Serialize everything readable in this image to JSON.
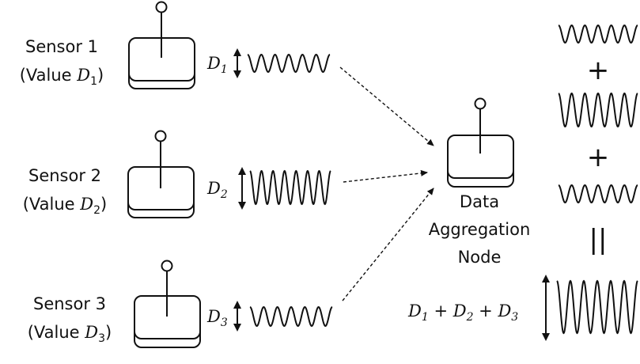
{
  "sensors": [
    {
      "title": "Sensor 1",
      "value_prefix": "(Value ",
      "value_var": "D",
      "value_sub": "1",
      "value_suffix": ")",
      "signal_var": "D",
      "signal_sub": "1",
      "amplitude": 1
    },
    {
      "title": "Sensor 2",
      "value_prefix": "(Value ",
      "value_var": "D",
      "value_sub": "2",
      "value_suffix": ")",
      "signal_var": "D",
      "signal_sub": "2",
      "amplitude": 2
    },
    {
      "title": "Sensor 3",
      "value_prefix": "(Value ",
      "value_var": "D",
      "value_sub": "3",
      "value_suffix": ")",
      "signal_var": "D",
      "signal_sub": "3",
      "amplitude": 1
    }
  ],
  "aggregator": {
    "line1": "Data",
    "line2": "Aggregation",
    "line3": "Node"
  },
  "operators": {
    "plus1": "+",
    "plus2": "+",
    "equals": "||"
  },
  "result": {
    "var1": "D",
    "sub1": "1",
    "plus1": " + ",
    "var2": "D",
    "sub2": "2",
    "plus2": " + ",
    "var3": "D",
    "sub3": "3"
  },
  "colors": {
    "stroke": "#111111",
    "background": "#ffffff"
  }
}
